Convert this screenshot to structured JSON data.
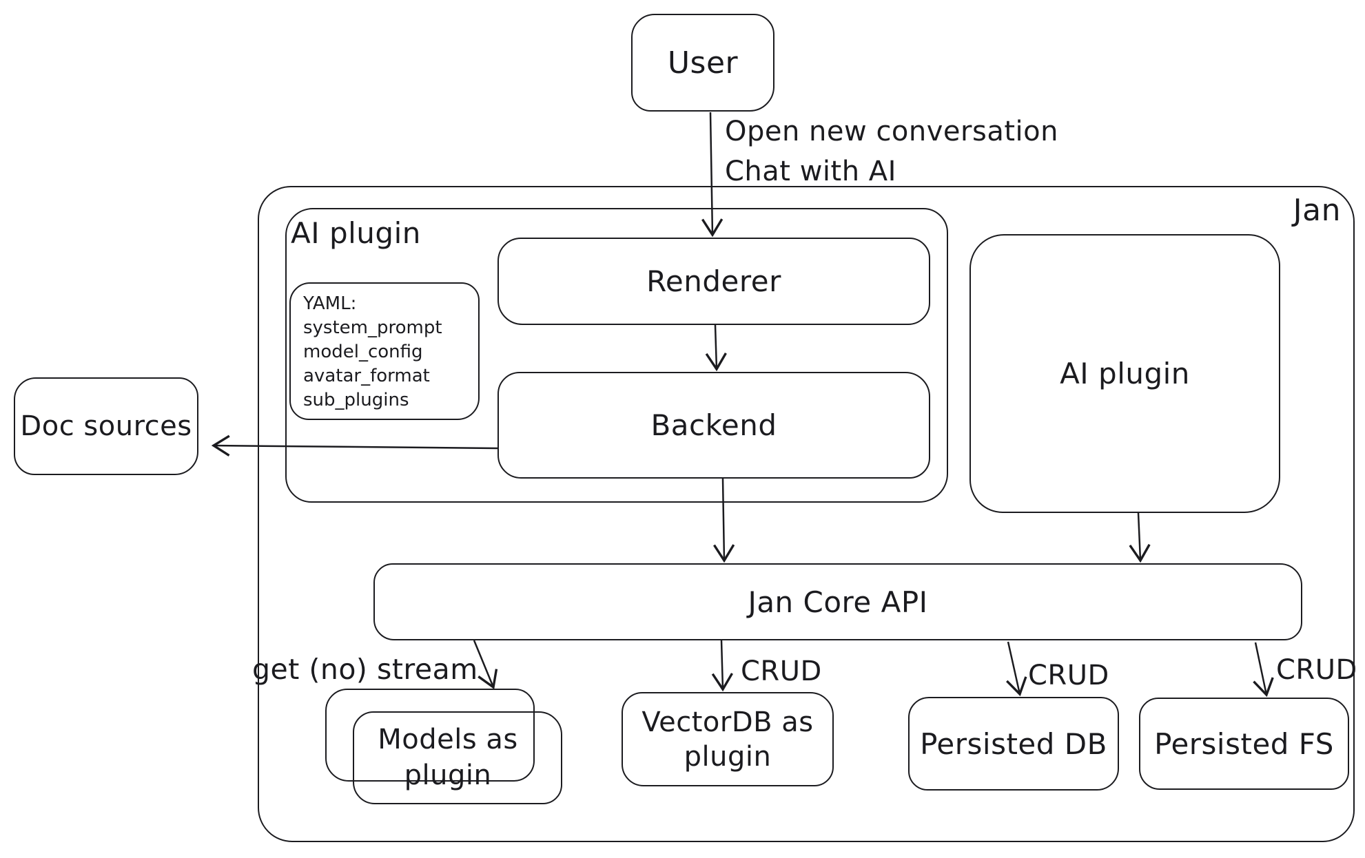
{
  "colors": {
    "stroke": "#1b1b1f",
    "background": "#ffffff"
  },
  "nodes": {
    "user": {
      "label": "User"
    },
    "jan_container": {
      "label": "Jan"
    },
    "ai_plugin_group": {
      "label": "AI plugin"
    },
    "renderer": {
      "label": "Renderer"
    },
    "yaml_note": {
      "lines": [
        "YAML:",
        "system_prompt",
        "model_config",
        "avatar_format",
        "sub_plugins"
      ]
    },
    "backend": {
      "label": "Backend"
    },
    "doc_sources": {
      "label": "Doc sources"
    },
    "ai_plugin_right": {
      "label": "AI plugin"
    },
    "jan_core_api": {
      "label": "Jan Core API"
    },
    "models_as_plugin": {
      "label": "Models as plugin"
    },
    "vectordb_as_plugin": {
      "label": "VectorDB as plugin"
    },
    "persisted_db": {
      "label": "Persisted DB"
    },
    "persisted_fs": {
      "label": "Persisted FS"
    }
  },
  "edges": {
    "user_to_renderer": {
      "label_line1": "Open new conversation",
      "label_line2": "Chat with AI"
    },
    "api_to_models": {
      "label": "get (no) stream"
    },
    "api_to_vectordb": {
      "label": "CRUD"
    },
    "api_to_persisted_db": {
      "label": "CRUD"
    },
    "api_to_persisted_fs": {
      "label": "CRUD"
    }
  }
}
